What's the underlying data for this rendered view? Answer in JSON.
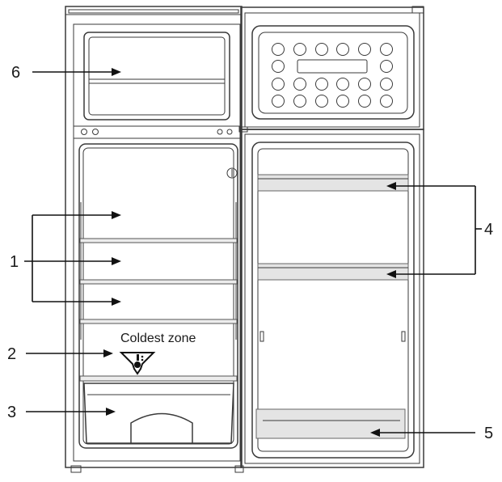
{
  "labels": {
    "shelves": "1",
    "coldest_zone_marker": "2",
    "crisper_drawer": "3",
    "door_racks": "4",
    "bottom_door_rack": "5",
    "freezer_compartment": "6"
  },
  "coldest_zone_text": "Coldest zone"
}
